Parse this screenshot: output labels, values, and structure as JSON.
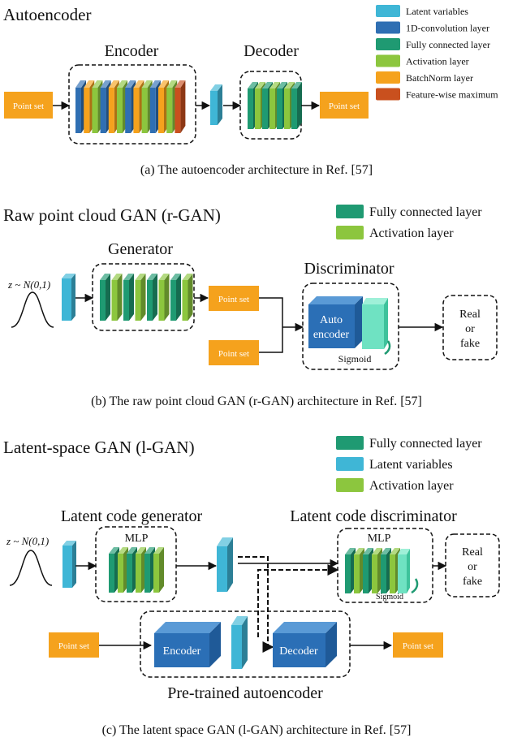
{
  "colors": {
    "latent": "#3fb6d6",
    "conv": "#2f6fb3",
    "fc": "#1f9a72",
    "activation": "#8cc63e",
    "batchnorm": "#f5a21d",
    "featmax": "#c9501e",
    "autoencoder_block": "#2b6fb6",
    "sigmoid": "#6fe2c2"
  },
  "a": {
    "title": "Autoencoder",
    "encoder_label": "Encoder",
    "decoder_label": "Decoder",
    "point_set_in": "Point set",
    "point_set_out": "Point set",
    "legend": [
      {
        "label": "Latent variables",
        "color": "latent"
      },
      {
        "label": "1D-convolution layer",
        "color": "conv"
      },
      {
        "label": "Fully connected layer",
        "color": "fc"
      },
      {
        "label": "Activation layer",
        "color": "activation"
      },
      {
        "label": "BatchNorm layer",
        "color": "batchnorm"
      },
      {
        "label": "Feature-wise maximum",
        "color": "featmax"
      }
    ],
    "caption": "(a)  The autoencoder architecture in Ref. [57]"
  },
  "b": {
    "title": "Raw point cloud GAN (r-GAN)",
    "generator_label": "Generator",
    "discriminator_label": "Discriminator",
    "noise": "z ~ N(0,1)",
    "point_set_gen": "Point set",
    "point_set_real": "Point set",
    "auto_encoder_line1": "Auto",
    "auto_encoder_line2": "encoder",
    "sigmoid": "Sigmoid",
    "output_line1": "Real",
    "output_line2": "or",
    "output_line3": "fake",
    "legend": [
      {
        "label": "Fully connected layer",
        "color": "fc"
      },
      {
        "label": "Activation layer",
        "color": "activation"
      }
    ],
    "caption": "(b)  The raw point cloud GAN (r-GAN) architecture in Ref. [57]"
  },
  "c": {
    "title": "Latent-space GAN (l-GAN)",
    "generator_label": "Latent code generator",
    "discriminator_label": "Latent code discriminator",
    "noise": "z ~ N(0,1)",
    "mlp_gen": "MLP",
    "mlp_disc": "MLP",
    "sigmoid": "Sigmoid",
    "output_line1": "Real",
    "output_line2": "or",
    "output_line3": "fake",
    "point_set_in": "Point set",
    "point_set_out": "Point set",
    "encoder": "Encoder",
    "decoder": "Decoder",
    "pretrained_label": "Pre-trained autoencoder",
    "legend": [
      {
        "label": "Fully connected layer",
        "color": "fc"
      },
      {
        "label": "Latent variables",
        "color": "latent"
      },
      {
        "label": "Activation layer",
        "color": "activation"
      }
    ],
    "caption": "(c)  The latent space GAN (l-GAN) architecture in Ref. [57]"
  }
}
